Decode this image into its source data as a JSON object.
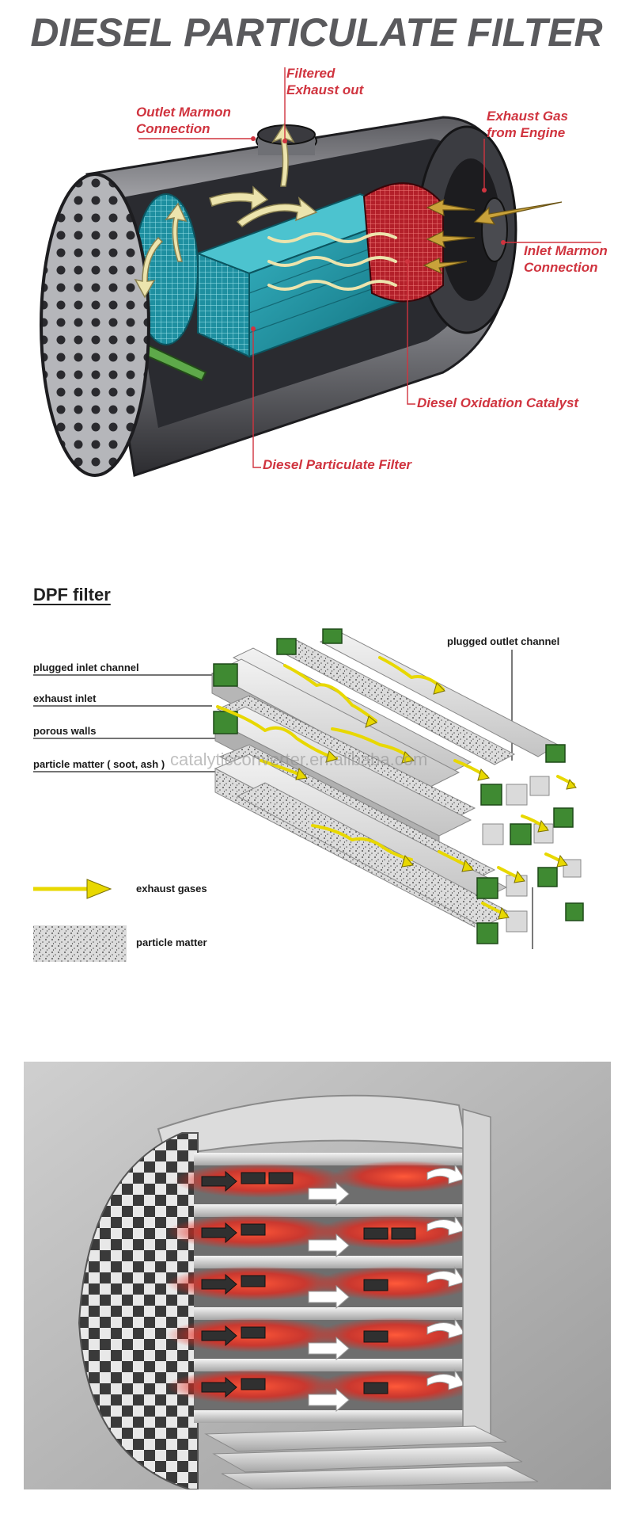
{
  "panel1": {
    "title": "DIESEL PARTICULATE FILTER",
    "callouts": {
      "filtered_exhaust": [
        "Filtered",
        "Exhaust out"
      ],
      "outlet_marmon": [
        "Outlet Marmon",
        "Connection"
      ],
      "exhaust_gas": [
        "Exhaust Gas",
        "from Engine"
      ],
      "inlet_marmon": [
        "Inlet Marmon",
        "Connection"
      ],
      "doc": "Diesel Oxidation Catalyst",
      "dpf": "Diesel Particulate Filter"
    },
    "colors": {
      "callout": "#d0343f",
      "title": "#5a5a5d",
      "filter": "#1e8fa0",
      "catalyst": "#b3202a",
      "arrow": "#e8e0a8"
    }
  },
  "panel2": {
    "title": "DPF filter",
    "labels": {
      "plugged_inlet": "plugged inlet channel",
      "exhaust_inlet": "exhaust inlet",
      "porous_walls": "porous walls",
      "particle_matter": "particle matter ( soot, ash )",
      "plugged_outlet": "plugged outlet channel"
    },
    "legend": {
      "gases": "exhaust gases",
      "matter": "particle matter"
    },
    "watermark": "catalyticconverter.en.alibaba.com",
    "colors": {
      "plug": "#3f8a32",
      "arrow": "#f2e600",
      "wall": "#d9d9d9"
    }
  },
  "panel3": {
    "colors": {
      "glow": "#ff3b1f",
      "bg": "#c9c9c9",
      "channel": "#8a8a8a"
    }
  }
}
